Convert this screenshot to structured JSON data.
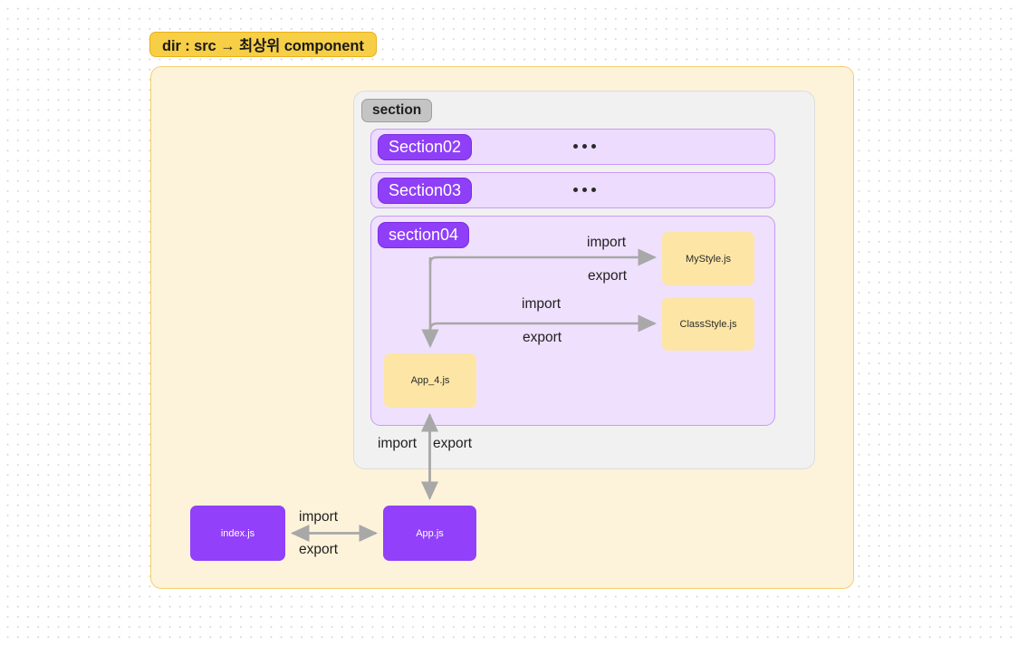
{
  "title": {
    "text": "dir : src → 최상위 component"
  },
  "colors": {
    "title_chip_bg": "#f7cf46",
    "title_chip_border": "#e9b01c",
    "src_panel_bg": "#fdf3da",
    "src_panel_border": "#f3d071",
    "section_panel_bg": "#f1f1f1",
    "section_panel_border": "#dcdcdc",
    "gray_chip_bg": "#c4c4c4",
    "purple_chip_bg": "#8f3ff7",
    "purple_row_bg": "#eddcfd",
    "purple_row_border": "#c59bf5",
    "section04_bg": "#efe0fd",
    "file_yellow_bg": "#fde6a5",
    "file_purple_bg": "#9240fa",
    "connector": "#a8a8a8",
    "canvas_dot": "#d8d8d8"
  },
  "section_panel": {
    "label": "section",
    "rows": [
      {
        "chip": "Section02",
        "ellipsis": "•••"
      },
      {
        "chip": "Section03",
        "ellipsis": "•••"
      }
    ],
    "section04": {
      "chip": "section04",
      "files": {
        "app4": "App_4.js",
        "mystyle": "MyStyle.js",
        "classstyle": "ClassStyle.js"
      },
      "edges": [
        {
          "from": "App_4.js",
          "to": "MyStyle.js",
          "import_label": "import",
          "export_label": "export"
        },
        {
          "from": "App_4.js",
          "to": "ClassStyle.js",
          "import_label": "import",
          "export_label": "export"
        }
      ]
    }
  },
  "bottom": {
    "files": {
      "index": "index.js",
      "app": "App.js"
    },
    "edges": [
      {
        "from": "App.js",
        "to": "App_4.js",
        "import_label": "import",
        "export_label": "export"
      },
      {
        "from": "index.js",
        "to": "App.js",
        "import_label": "import",
        "export_label": "export"
      }
    ]
  }
}
